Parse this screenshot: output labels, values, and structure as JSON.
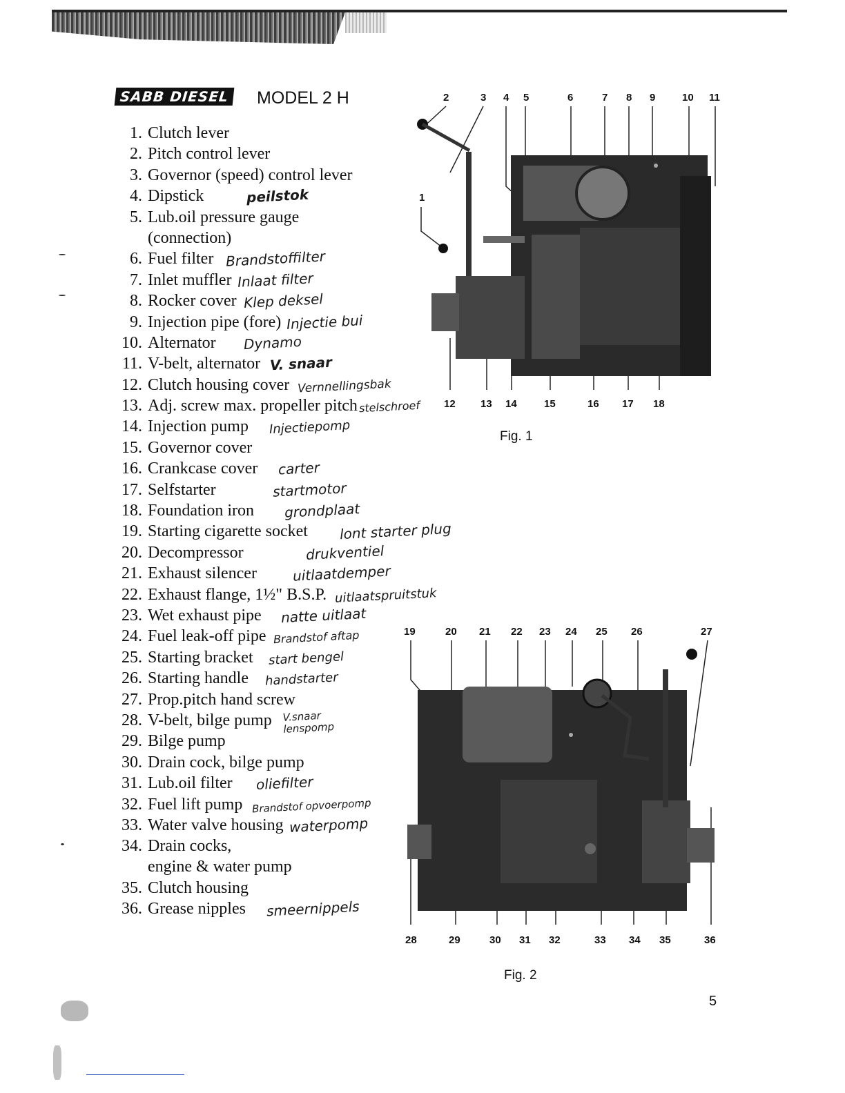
{
  "header": {
    "brand": "SABB DIESEL",
    "model": "MODEL 2 H"
  },
  "parts": [
    {
      "num": "1.",
      "label": "Clutch lever",
      "note": ""
    },
    {
      "num": "2.",
      "label": "Pitch control lever",
      "note": ""
    },
    {
      "num": "3.",
      "label": "Governor (speed) control lever",
      "note": ""
    },
    {
      "num": "4.",
      "label": "Dipstick",
      "note": "peilstok"
    },
    {
      "num": "5.",
      "label": "Lub.oil pressure gauge\n(connection)",
      "note": ""
    },
    {
      "num": "6.",
      "label": "Fuel filter",
      "note": "Brandstoffilter"
    },
    {
      "num": "7.",
      "label": "Inlet muffler",
      "note": "Inlaat filter"
    },
    {
      "num": "8.",
      "label": "Rocker cover",
      "note": "Klep deksel"
    },
    {
      "num": "9.",
      "label": "Injection pipe (fore)",
      "note": "Injectie bui"
    },
    {
      "num": "10.",
      "label": "Alternator",
      "note": "Dynamo"
    },
    {
      "num": "11.",
      "label": "V-belt, alternator",
      "note": "V. snaar"
    },
    {
      "num": "12.",
      "label": "Clutch housing cover",
      "note": "Vernnellingsbak"
    },
    {
      "num": "13.",
      "label": "Adj. screw max. propeller pitch",
      "note": "stelschroef"
    },
    {
      "num": "14.",
      "label": "Injection pump",
      "note": "Injectiepomp"
    },
    {
      "num": "15.",
      "label": "Governor cover",
      "note": ""
    },
    {
      "num": "16.",
      "label": "Crankcase cover",
      "note": "carter"
    },
    {
      "num": "17.",
      "label": "Selfstarter",
      "note": "startmotor"
    },
    {
      "num": "18.",
      "label": "Foundation iron",
      "note": "grondplaat"
    },
    {
      "num": "19.",
      "label": "Starting cigarette socket",
      "note": "lont starter plug"
    },
    {
      "num": "20.",
      "label": "Decompressor",
      "note": "drukventiel"
    },
    {
      "num": "21.",
      "label": "Exhaust silencer",
      "note": "uitlaatdemper"
    },
    {
      "num": "22.",
      "label": "Exhaust flange, 1½\" B.S.P.",
      "note": "uitlaatspruitstuk"
    },
    {
      "num": "23.",
      "label": "Wet exhaust pipe",
      "note": "natte uitlaat"
    },
    {
      "num": "24.",
      "label": "Fuel leak-off pipe",
      "note": "Brandstof aftap"
    },
    {
      "num": "25.",
      "label": "Starting bracket",
      "note": "start bengel"
    },
    {
      "num": "26.",
      "label": "Starting handle",
      "note": "handstarter"
    },
    {
      "num": "27.",
      "label": "Prop.pitch hand screw",
      "note": ""
    },
    {
      "num": "28.",
      "label": "V-belt, bilge pump",
      "note": "V.snaar lenspomp"
    },
    {
      "num": "29.",
      "label": "Bilge pump",
      "note": ""
    },
    {
      "num": "30.",
      "label": "Drain cock, bilge pump",
      "note": ""
    },
    {
      "num": "31.",
      "label": "Lub.oil filter",
      "note": "oliefilter"
    },
    {
      "num": "32.",
      "label": "Fuel lift pump",
      "note": "Brandstof opvoerpomp"
    },
    {
      "num": "33.",
      "label": "Water valve housing",
      "note": "waterpomp"
    },
    {
      "num": "34.",
      "label": "Drain cocks,\nengine & water pump",
      "note": ""
    },
    {
      "num": "35.",
      "label": "Clutch housing",
      "note": ""
    },
    {
      "num": "36.",
      "label": "Grease nipples",
      "note": "smeernippels"
    }
  ],
  "fig1": {
    "caption": "Fig. 1",
    "callouts_top": [
      "2",
      "3",
      "4",
      "5",
      "6",
      "7",
      "8",
      "9",
      "10",
      "11"
    ],
    "callout_side": "1",
    "callouts_bottom": [
      "12",
      "13",
      "14",
      "15",
      "16",
      "17",
      "18"
    ]
  },
  "fig2": {
    "caption": "Fig. 2",
    "callouts_top": [
      "19",
      "20",
      "21",
      "22",
      "23",
      "24",
      "25",
      "26",
      "27"
    ],
    "callouts_bottom": [
      "28",
      "29",
      "30",
      "31",
      "32",
      "33",
      "34",
      "35",
      "36"
    ]
  },
  "page_number": "5"
}
